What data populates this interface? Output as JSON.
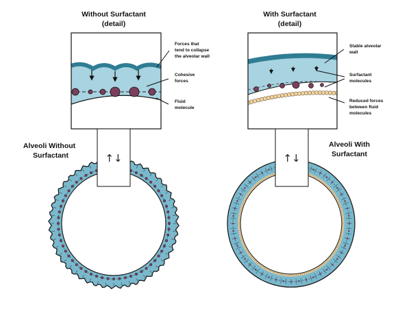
{
  "left": {
    "title_line1": "Without Surfactant",
    "title_line2": "(detail)",
    "alveoli_line1": "Alveoli Without",
    "alveoli_line2": "Surfactant",
    "annotations": {
      "forces_1": "Forces that",
      "forces_2": "tend to collapse",
      "forces_3": "the alveolar wall",
      "cohesive_1": "Cohesive",
      "cohesive_2": "forces",
      "fluid_1": "Fluid",
      "fluid_2": "molecule"
    }
  },
  "right": {
    "title_line1": "With Surfactant",
    "title_line2": "(detail)",
    "alveoli_line1": "Alveoli With",
    "alveoli_line2": "Surfactant",
    "annotations": {
      "stable_1": "Stable alveolar",
      "stable_2": "wall",
      "surf_1": "Surfactant",
      "surf_2": "molecules",
      "reduced_1": "Reduced forces",
      "reduced_2": "between fluid",
      "reduced_3": "molecules"
    }
  },
  "arrow_glyph": "↑↓",
  "colors": {
    "fluid": "#7bb8cc",
    "fluid_light": "#a8d3e0",
    "wall": "#2f7d93",
    "molecule": "#7d3f5e",
    "surfactant": "#f3d4a0",
    "background": "#ffffff"
  }
}
